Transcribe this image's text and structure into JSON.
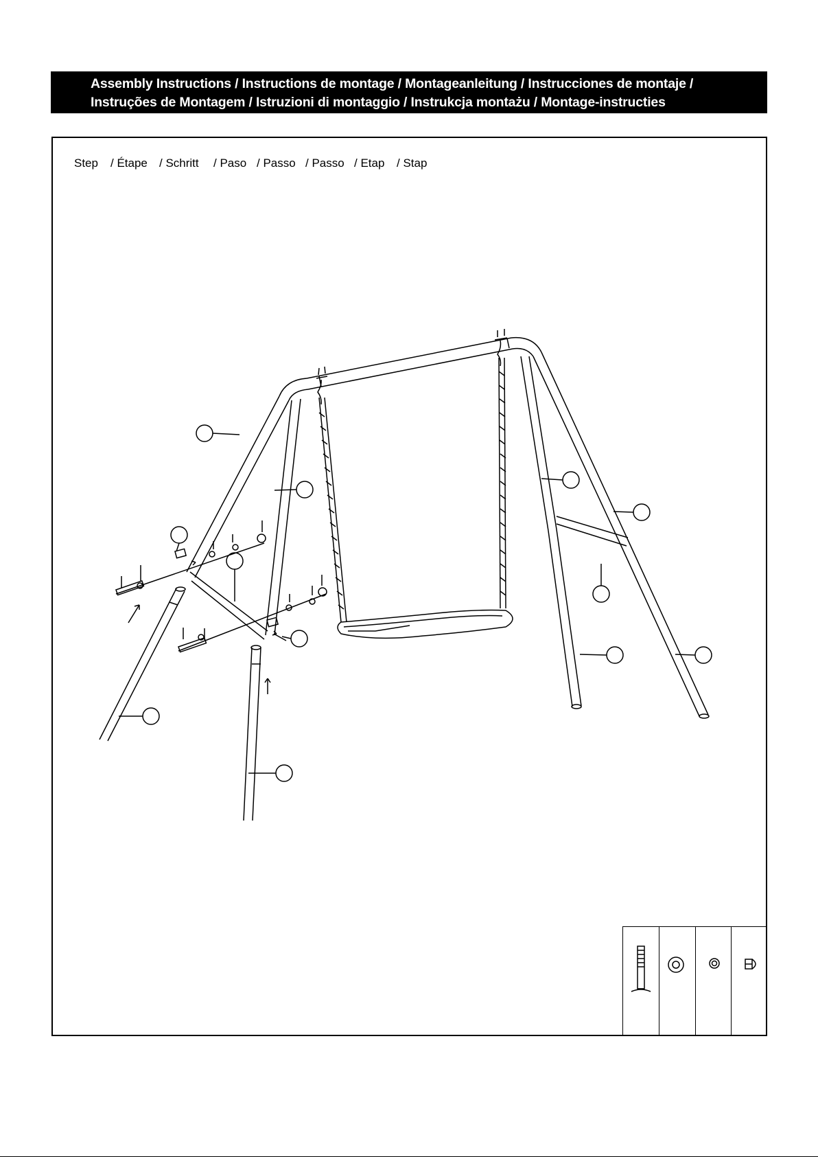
{
  "header": {
    "line1": "Assembly Instructions / Instructions de montage / Montageanleitung / Instrucciones de montaje /",
    "line2": "Instruções de Montagem / Istruzioni di montaggio / Instrukcja montażu / Montage-instructies"
  },
  "step": {
    "labels": [
      "Step",
      "/ Étape",
      "/ Schritt",
      "/ Paso",
      "/ Passo",
      "/ Passo",
      "/ Etap",
      "/ Stap"
    ]
  },
  "hardware": {
    "items": [
      {
        "icon": "bolt-icon"
      },
      {
        "icon": "large-washer-icon"
      },
      {
        "icon": "small-washer-icon"
      },
      {
        "icon": "cap-nut-icon"
      }
    ]
  }
}
